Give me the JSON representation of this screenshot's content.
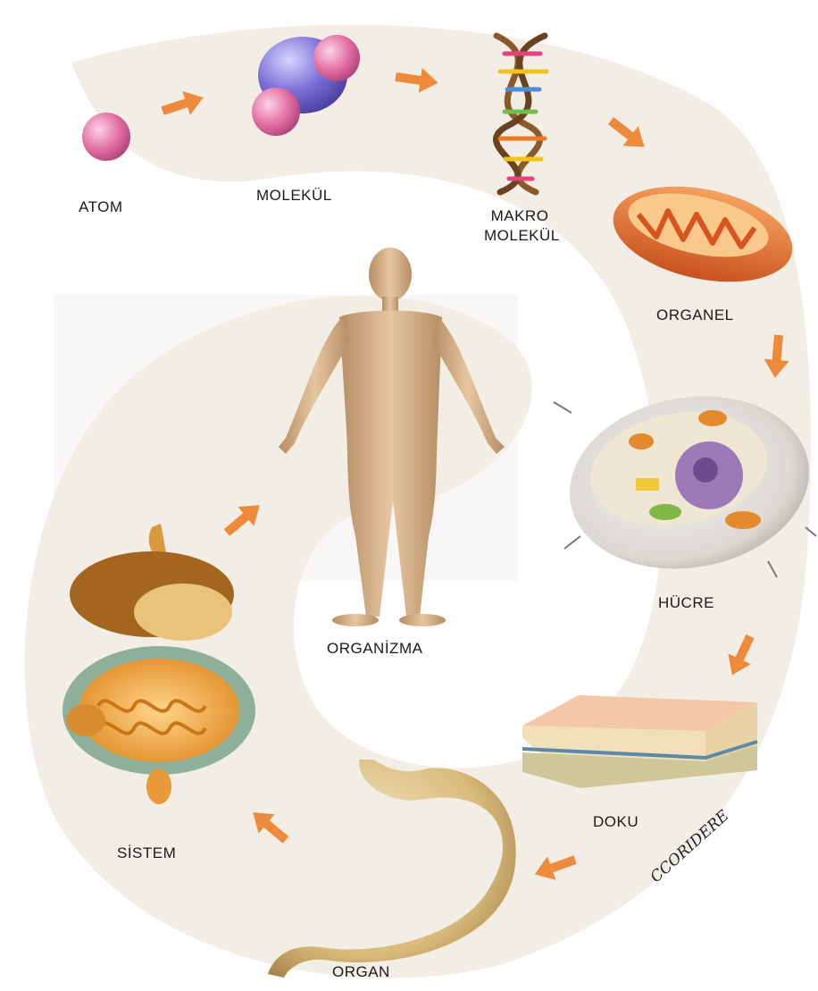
{
  "stages": [
    {
      "id": "atom",
      "label": "ATOM"
    },
    {
      "id": "molekul",
      "label": "MOLEKÜL"
    },
    {
      "id": "makro",
      "label_lines": [
        "MAKRO",
        "MOLEKÜL"
      ]
    },
    {
      "id": "organel",
      "label": "ORGANEL"
    },
    {
      "id": "hucre",
      "label": "HÜCRE"
    },
    {
      "id": "doku",
      "label": "DOKU"
    },
    {
      "id": "organ",
      "label": "ORGAN"
    },
    {
      "id": "sistem",
      "label": "SİSTEM"
    },
    {
      "id": "organizma",
      "label": "ORGANİZMA"
    }
  ],
  "signature": "CCORIDERE",
  "colors": {
    "band": "#f3eee5",
    "arrow": "#ef8a3a",
    "atom": "#e46fa3",
    "molecule_core": "#7b6fd6",
    "skin": "#d9b48a",
    "organ_tan": "#e4c27c",
    "intestine": "#f0a53c",
    "mito": "#e0662a",
    "cell": "#dcd9d3"
  }
}
